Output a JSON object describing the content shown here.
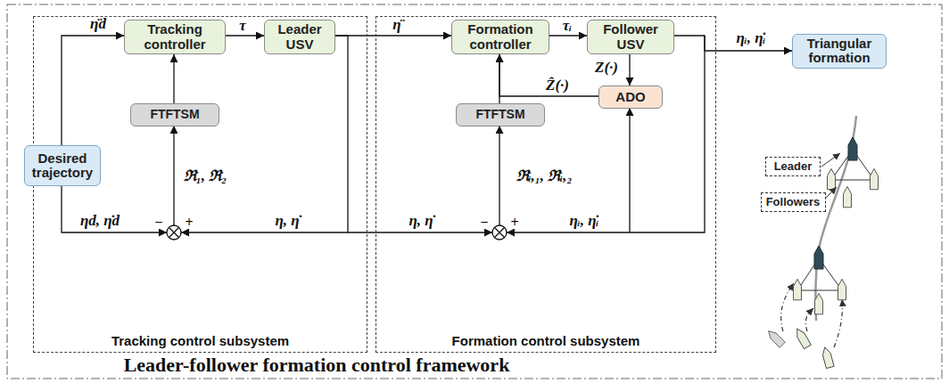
{
  "diagram": {
    "title": "Leader-follower formation control framework",
    "nodes": [
      {
        "text": [
          "Tracking control subsystem"
        ]
      },
      {
        "text": [
          "Tracking controller"
        ],
        "in": 0
      },
      {
        "text": [
          "Leader USV"
        ],
        "in": 0
      },
      {
        "text": [
          "FTFTSM"
        ],
        "in": 0
      },
      {
        "text": [
          "Desired trajectory"
        ],
        "in": 0
      },
      {
        "text": [
          "Formation control subsystem"
        ]
      },
      {
        "text": [
          "Formation controller"
        ],
        "in": 5
      },
      {
        "text": [
          "Follower USV"
        ],
        "in": 5
      },
      {
        "text": [
          "ADO"
        ],
        "in": 5
      },
      {
        "text": [
          "FTFTSM"
        ],
        "in": 5
      },
      {
        "text": [
          "Triangular formation"
        ]
      },
      {
        "text": [
          "Leader"
        ]
      },
      {
        "text": [
          "Followers"
        ]
      }
    ],
    "edges": [
      {
        "from": 1,
        "to": 2,
        "arrow": "to",
        "label": "τ"
      },
      {
        "from": 3,
        "to": 1,
        "arrow": "to"
      },
      {
        "from": 4,
        "to": 1,
        "arrow": "to",
        "label": "η̈d"
      },
      {
        "from": 2,
        "to": 6,
        "arrow": "to",
        "label": "η̈"
      },
      {
        "from": 6,
        "to": 7,
        "arrow": "to",
        "label": "τᵢ"
      },
      {
        "from": 7,
        "to": 8,
        "arrow": "to",
        "label": "Z(·)"
      },
      {
        "from": 8,
        "to": 6,
        "arrow": "to",
        "label": "Ẑ(·)"
      },
      {
        "from": 9,
        "to": 6,
        "arrow": "to"
      },
      {
        "from": 7,
        "to": 10,
        "arrow": "to",
        "label": "ηᵢ, η̇ᵢ"
      }
    ],
    "labels": [
      "ℜ₁, ℜ₂",
      "ηd, η̇d",
      "−",
      "+",
      "η, η̇",
      "η, η̇",
      "−",
      "+",
      "ℜᵢ,₁, ℜᵢ,₂",
      "ηᵢ, η̇ᵢ"
    ]
  }
}
